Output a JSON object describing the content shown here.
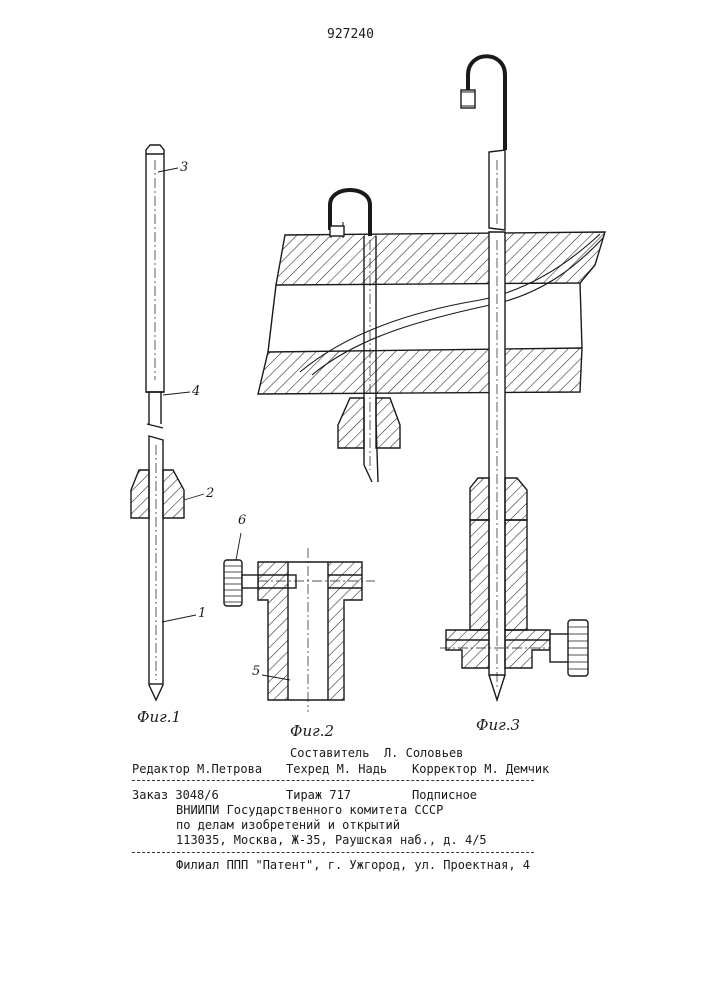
{
  "patent_number": "927240",
  "figures": {
    "fig1": {
      "caption": "Фиг.1",
      "labels": [
        "3",
        "4",
        "2",
        "1"
      ]
    },
    "fig2": {
      "caption": "Фиг.2",
      "labels": [
        "6",
        "5"
      ]
    },
    "fig3": {
      "caption": "Фиг.3"
    }
  },
  "credits": {
    "compiler": "Составитель  Л. Соловьев",
    "editor": "Редактор М.Петрова",
    "techred": "Техред М. Надь",
    "corrector": "Корректор М. Демчик"
  },
  "order": {
    "order_no": "Заказ 3048/6",
    "circulation": "Тираж 717",
    "subscription": "Подписное",
    "org_line1": "ВНИИПИ Государственного комитета СССР",
    "org_line2": "по делам изобретений и открытий",
    "address": "113035, Москва, Ж-35, Раушская наб., д. 4/5"
  },
  "branch": "Филиал ППП \"Патент\", г. Ужгород, ул. Проектная, 4"
}
